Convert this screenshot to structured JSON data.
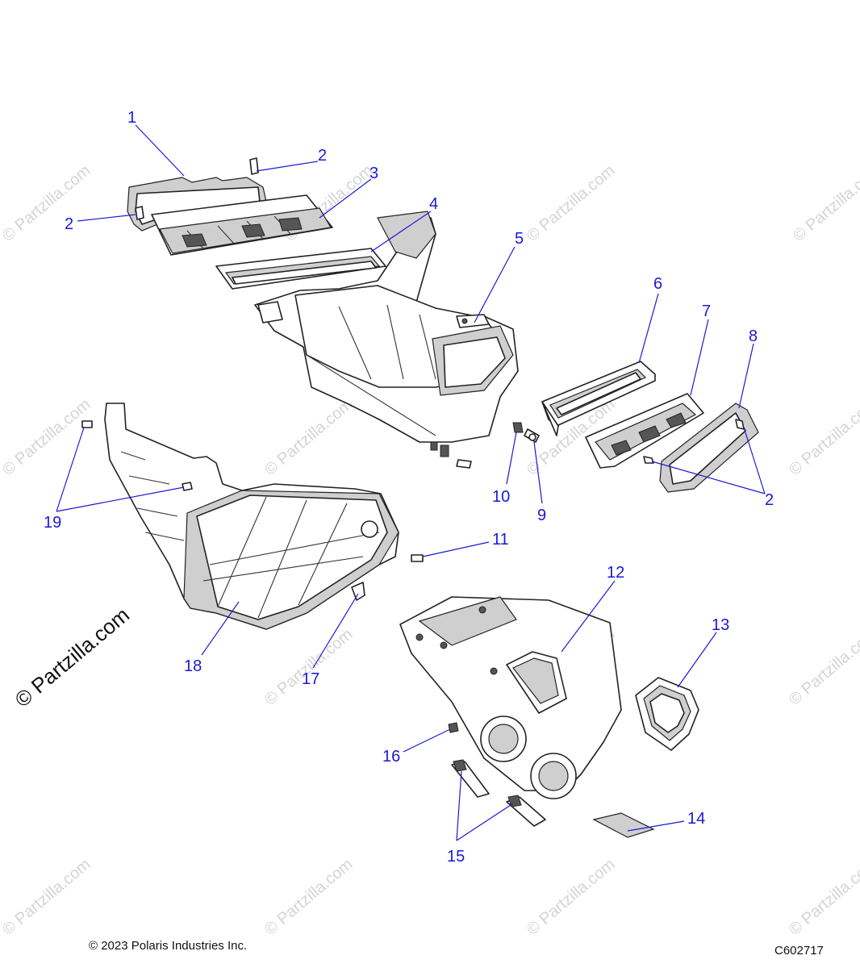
{
  "watermark": "© Partzilla.com",
  "copyright": "© 2023 Polaris Industries Inc.",
  "diagram_code": "C602717",
  "callouts": [
    {
      "id": "c1",
      "label": "1"
    },
    {
      "id": "c2a",
      "label": "2"
    },
    {
      "id": "c2b",
      "label": "2"
    },
    {
      "id": "c3",
      "label": "3"
    },
    {
      "id": "c4",
      "label": "4"
    },
    {
      "id": "c5",
      "label": "5"
    },
    {
      "id": "c6",
      "label": "6"
    },
    {
      "id": "c7",
      "label": "7"
    },
    {
      "id": "c8",
      "label": "8"
    },
    {
      "id": "c2c",
      "label": "2"
    },
    {
      "id": "c9",
      "label": "9"
    },
    {
      "id": "c10",
      "label": "10"
    },
    {
      "id": "c11",
      "label": "11"
    },
    {
      "id": "c12",
      "label": "12"
    },
    {
      "id": "c13",
      "label": "13"
    },
    {
      "id": "c14",
      "label": "14"
    },
    {
      "id": "c15",
      "label": "15"
    },
    {
      "id": "c16",
      "label": "16"
    },
    {
      "id": "c17",
      "label": "17"
    },
    {
      "id": "c18",
      "label": "18"
    },
    {
      "id": "c19",
      "label": "19"
    }
  ]
}
